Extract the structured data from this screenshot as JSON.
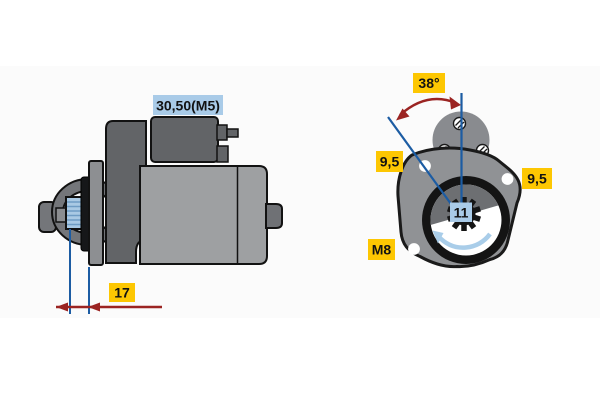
{
  "diagram": {
    "title": "Starter motor two-view technical drawing",
    "views": [
      "side-view",
      "mounting-flange-front-view"
    ]
  },
  "labels": {
    "thread_top": "30,50(M5)",
    "pinion_protrusion": "17",
    "angle": "38°",
    "hole_left": "9,5",
    "hole_right": "9,5",
    "thread_bottom": "M8",
    "teeth_count": "11"
  },
  "colors": {
    "label_yellow_bg": "#fdc702",
    "label_blue_bg": "#a9cbe8",
    "dimension_red": "#9b2422",
    "dimension_blue": "#1c5ca3",
    "rotation_arrow_blue": "#a9cde9",
    "motor_body_gray": "#9ea0a2",
    "solenoid_dark_gray": "#626467",
    "flange_gray": "#909295",
    "bore_shadow_gray": "#6d6f72",
    "pinion_blue": "#a9c9e4",
    "background": "#ffffff"
  }
}
